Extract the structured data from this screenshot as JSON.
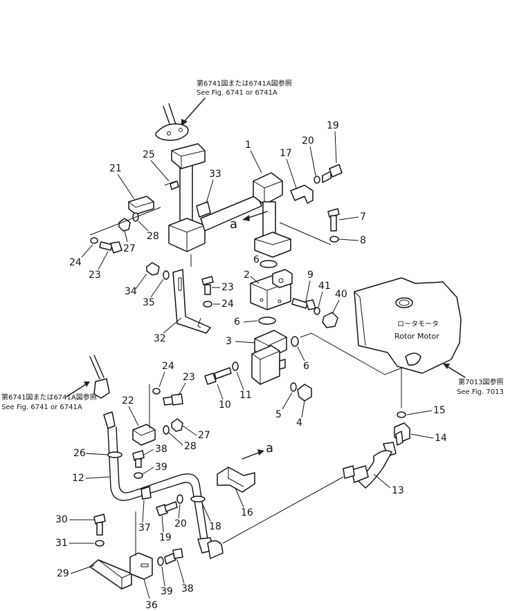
{
  "references": {
    "top_jp": "第6741図または6741A図参照",
    "top_en": "See Fig. 6741 or 6741A",
    "left_jp": "第6741図または6741A図参照",
    "left_en1": "See Fig. 6741 or 6741A",
    "right_jp": "第7013図参照",
    "right_en": "See Fig. 7013"
  },
  "motor": {
    "jp": "ロータモータ",
    "en": "Rotor Motor"
  },
  "arrow_label": "a",
  "arrow_label_2": "a",
  "parts": {
    "p1": "1",
    "p2": "2",
    "p3": "3",
    "p4": "4",
    "p5": "5",
    "p6a": "6",
    "p6b": "6",
    "p6c": "6",
    "p7": "7",
    "p8": "8",
    "p9": "9",
    "p10": "10",
    "p11": "11",
    "p12": "12",
    "p13": "13",
    "p14": "14",
    "p15": "15",
    "p16": "16",
    "p17": "17",
    "p18": "18",
    "p19a": "19",
    "p19b": "19",
    "p20a": "20",
    "p20b": "20",
    "p21": "21",
    "p22": "22",
    "p23a": "23",
    "p23b": "23",
    "p23c": "23",
    "p24a": "24",
    "p24b": "24",
    "p24c": "24",
    "p25": "25",
    "p26": "26",
    "p27a": "27",
    "p27b": "27",
    "p28a": "28",
    "p28b": "28",
    "p29": "29",
    "p30": "30",
    "p31": "31",
    "p32": "32",
    "p33": "33",
    "p34": "34",
    "p35": "35",
    "p36": "36",
    "p37": "37",
    "p38a": "38",
    "p38b": "38",
    "p39a": "39",
    "p39b": "39",
    "p40": "40",
    "p41": "41"
  }
}
